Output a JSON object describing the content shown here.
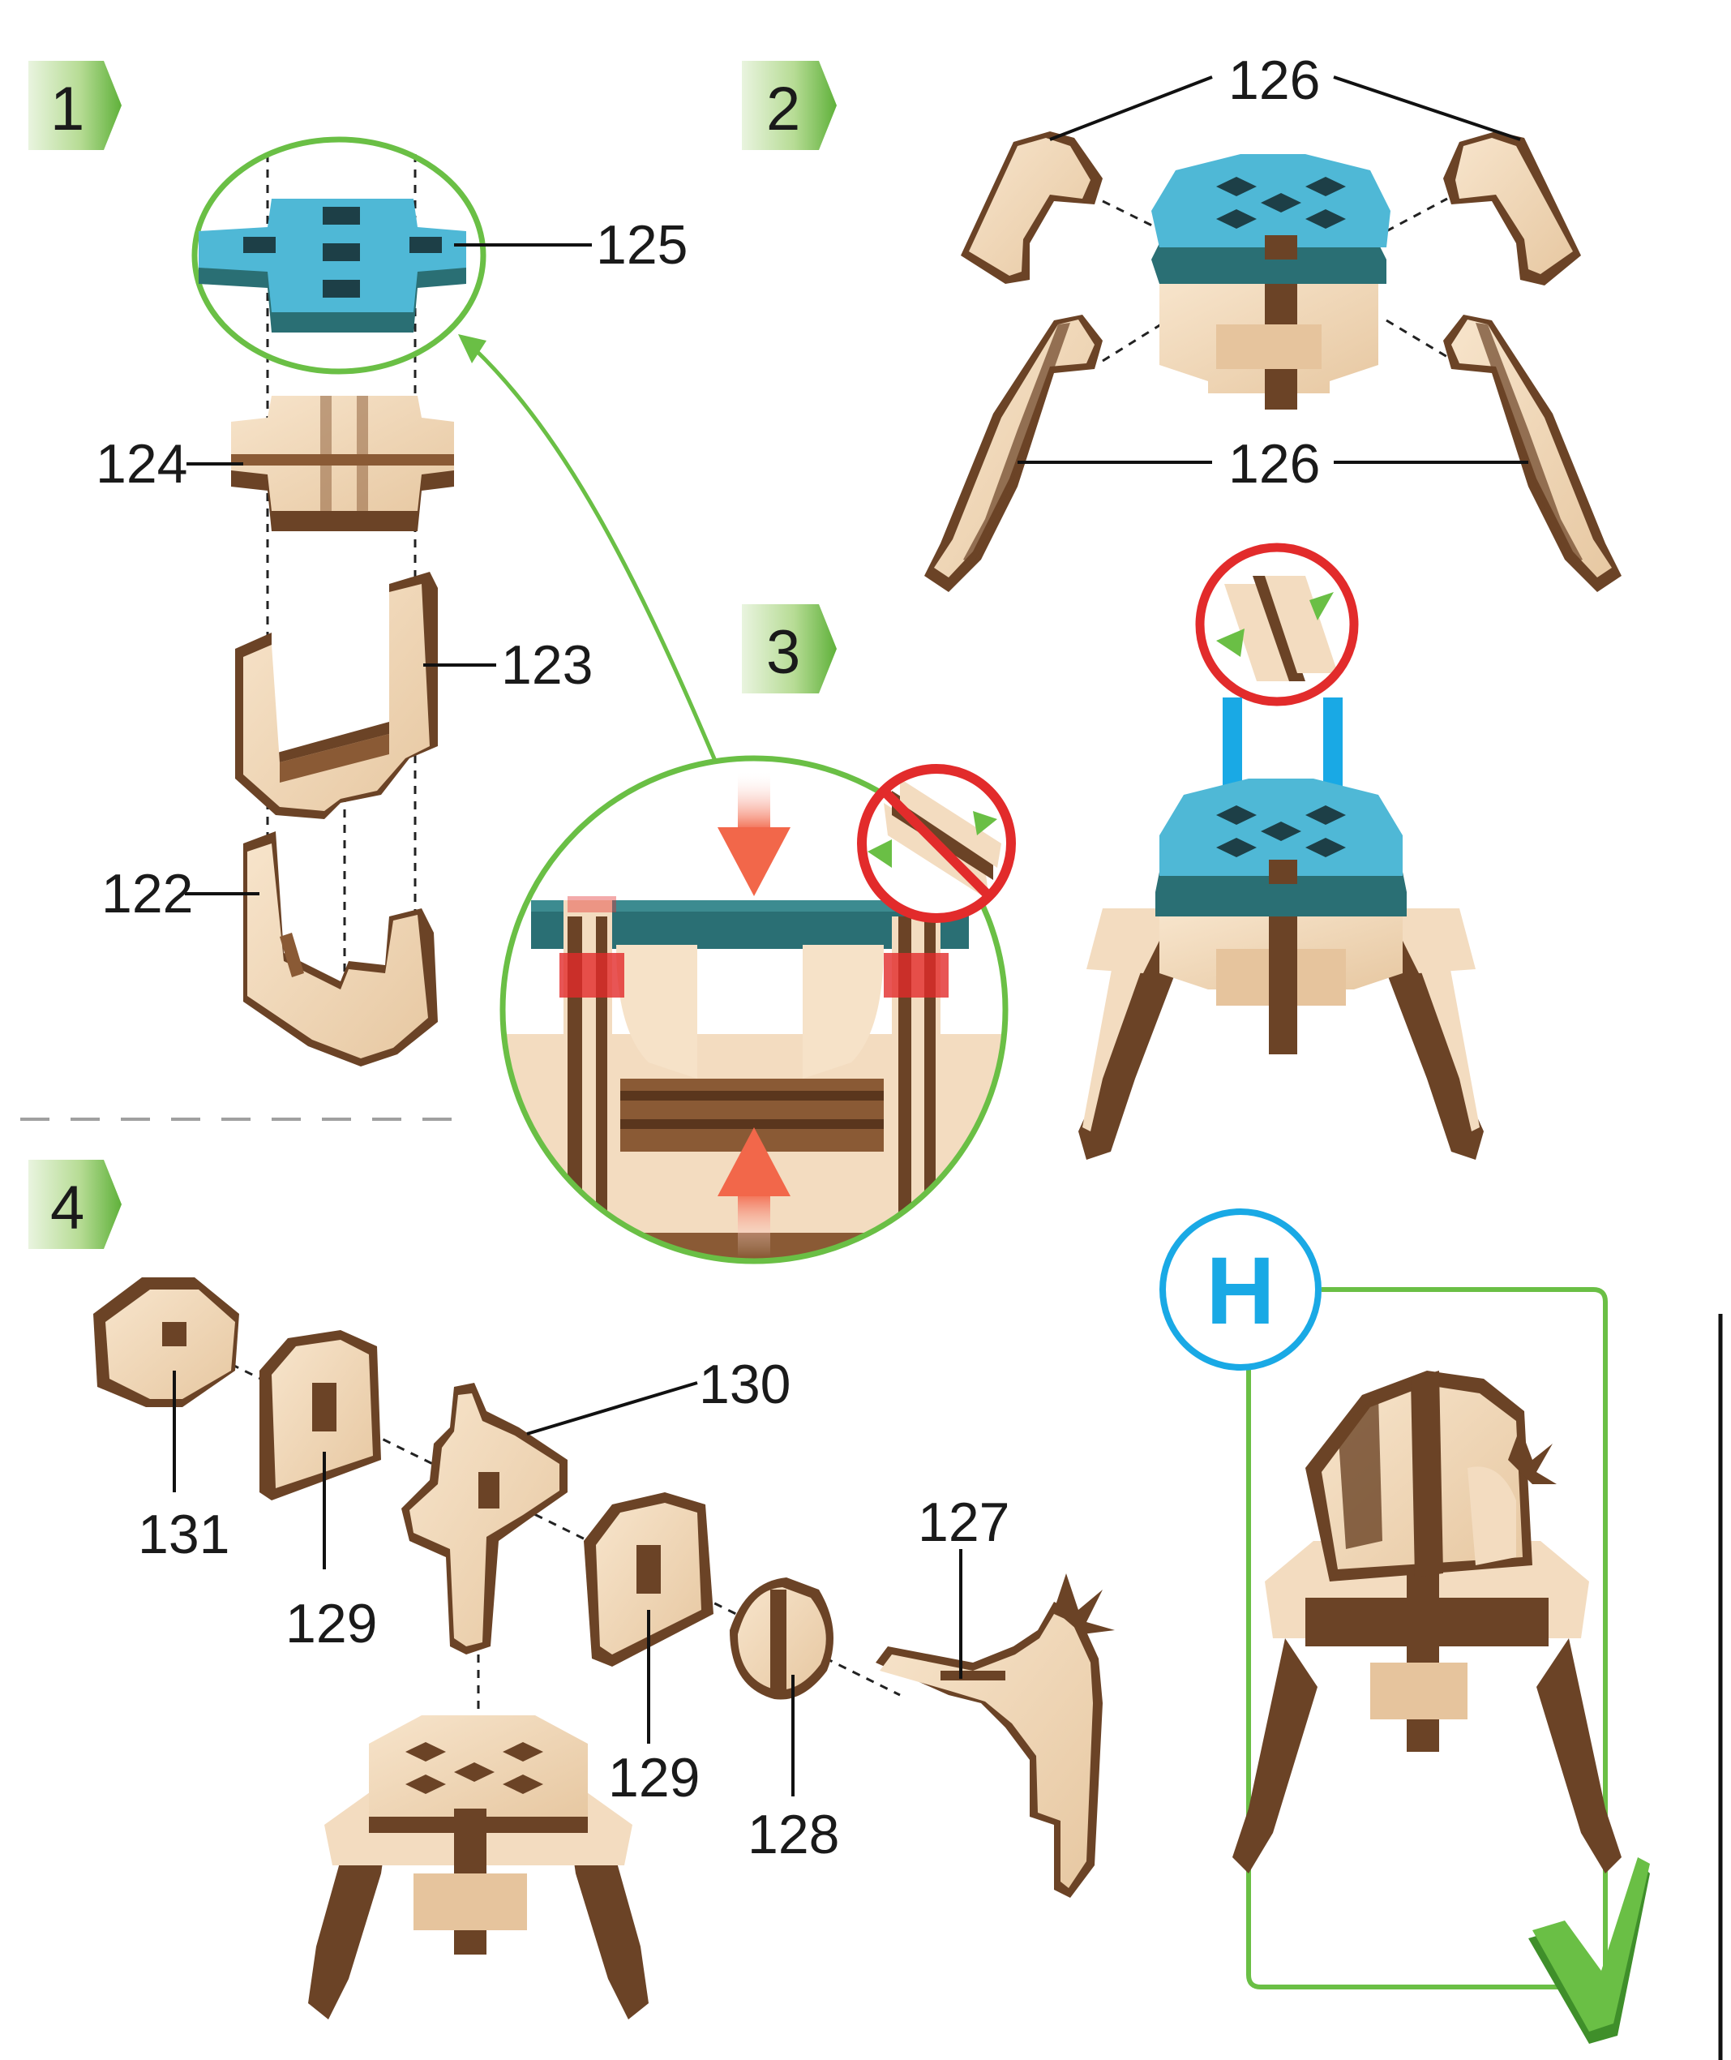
{
  "colors": {
    "wood_light": "#f3dcc0",
    "wood_mid": "#e6c49d",
    "wood_dark": "#6b4326",
    "blue_top": "#4fb8d6",
    "blue_side": "#2a6f74",
    "green": "#6abf45",
    "red": "#e22b2b",
    "cyan": "#19a9e5",
    "arrow_red": "#f2674a"
  },
  "steps": {
    "s1": "1",
    "s2": "2",
    "s3": "3",
    "s4": "4"
  },
  "labels": {
    "p122": "122",
    "p123": "123",
    "p124": "124",
    "p125": "125",
    "p126_top": "126",
    "p126_bottom": "126",
    "p127": "127",
    "p128": "128",
    "p129_a": "129",
    "p129_b": "129",
    "p130": "130",
    "p131": "131"
  },
  "badge": {
    "letter": "H"
  },
  "icons": [
    "no-glue-icon",
    "glue-icon",
    "checkmark-icon",
    "step-arrow-icon"
  ]
}
